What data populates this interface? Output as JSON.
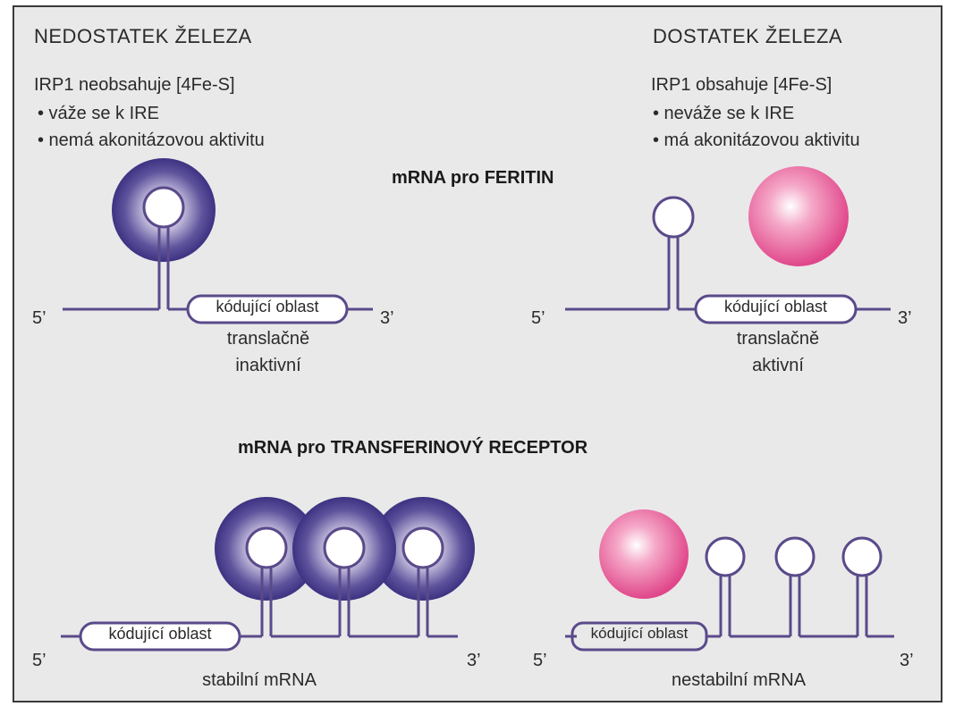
{
  "left_header": {
    "title": "NEDOSTATEK ŽELEZA",
    "subtitle": "IRP1 neobsahuje [4Fe-S]",
    "bullets": [
      "• váže se k IRE",
      "• nemá akonitázovou aktivitu"
    ]
  },
  "right_header": {
    "title": "DOSTATEK ŽELEZA",
    "subtitle": "IRP1 obsahuje [4Fe-S]",
    "bullets": [
      "• neváže se k IRE",
      "• má akonitázovou aktivitu"
    ]
  },
  "ferritin_title": "mRNA pro FERITIN",
  "transferrin_title": "mRNA pro TRANSFERINOVÝ RECEPTOR",
  "coding_region": "kódující oblast",
  "end5": "5’",
  "end3": "3’",
  "ferritin_left_status": [
    "translačně",
    "inaktivní"
  ],
  "ferritin_right_status": [
    "translačně",
    "aktivní"
  ],
  "tfr_left_status": "stabilní mRNA",
  "tfr_right_status": "nestabilní mRNA",
  "colors": {
    "rna_line": "#5a4a8a",
    "irp_bound": "#4a3f8f",
    "irp_free": "#e0508a"
  }
}
